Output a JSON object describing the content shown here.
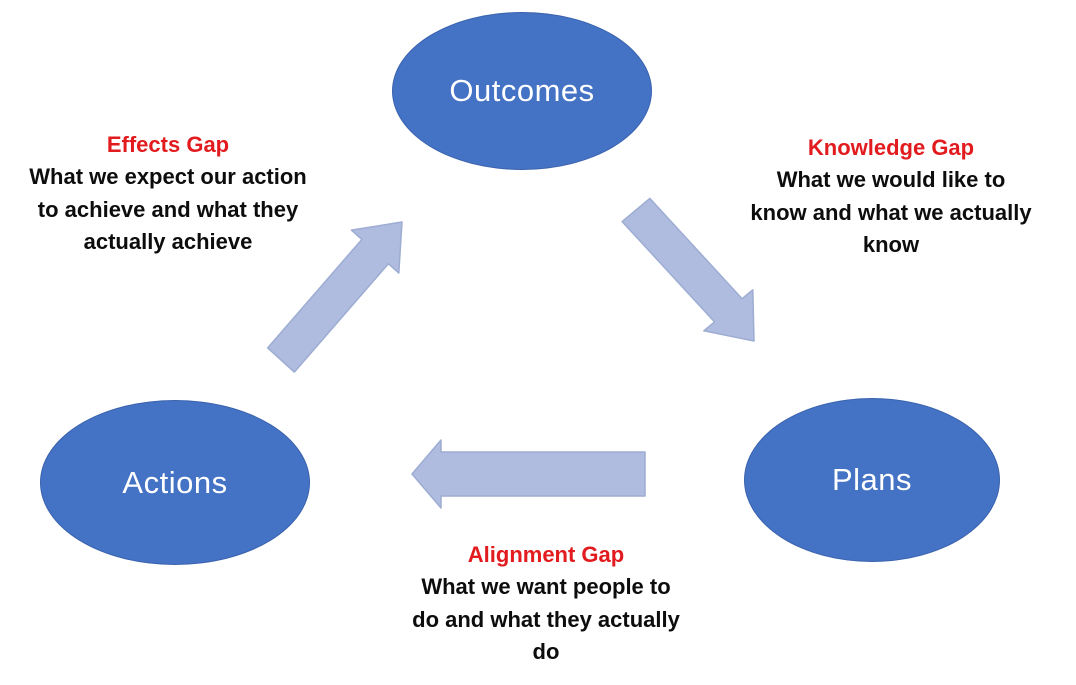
{
  "diagram": {
    "nodes": [
      {
        "id": "outcomes",
        "label": "Outcomes"
      },
      {
        "id": "actions",
        "label": "Actions"
      },
      {
        "id": "plans",
        "label": "Plans"
      }
    ],
    "gaps": [
      {
        "id": "effects",
        "title": "Effects Gap",
        "lines": [
          "What we expect our action",
          "to achieve and what they",
          "actually achieve"
        ]
      },
      {
        "id": "knowledge",
        "title": "Knowledge Gap",
        "lines": [
          "What we would like to",
          "know and what we actually",
          "know"
        ]
      },
      {
        "id": "alignment",
        "title": "Alignment Gap",
        "lines": [
          "What we want people to",
          "do and what they actually",
          "do"
        ]
      }
    ],
    "arrows": [
      {
        "from": "actions",
        "to": "outcomes"
      },
      {
        "from": "outcomes",
        "to": "plans"
      },
      {
        "from": "plans",
        "to": "actions"
      }
    ],
    "colors": {
      "node_fill": "#4472c4",
      "node_border": "#3a62ad",
      "node_text": "#ffffff",
      "arrow_fill": "#afbcdf",
      "arrow_border": "#9dacd2",
      "gap_title": "#e21b1e",
      "gap_text": "#0d0d0d",
      "background": "#ffffff"
    }
  }
}
